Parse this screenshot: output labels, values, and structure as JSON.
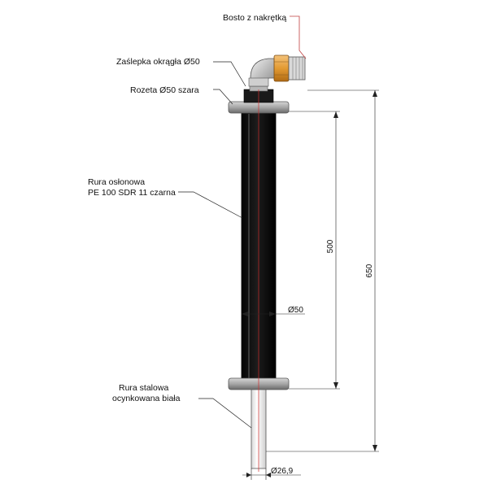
{
  "labels": {
    "bosto": "Bosto z nakrętką",
    "zaslepka": "Zaślepka okrągła Ø50",
    "rozeta": "Rozeta Ø50 szara",
    "rura_oslonowa_1": "Rura osłonowa",
    "rura_oslonowa_2": "PE 100 SDR 11 czarna",
    "rura_stalowa_1": "Rura stalowa",
    "rura_stalowa_2": "ocynkowana biała"
  },
  "dimensions": {
    "length_500": "500",
    "length_650": "650",
    "diameter_50": "Ø50",
    "diameter_26_9": "Ø26,9"
  },
  "colors": {
    "pipe_black": "#111111",
    "rosette_grey": "#a8a8a8",
    "steel_white": "#f0f0f0",
    "nut_orange": "#e8a040",
    "leader_red": "#c04040",
    "axis_red": "#d03030"
  }
}
